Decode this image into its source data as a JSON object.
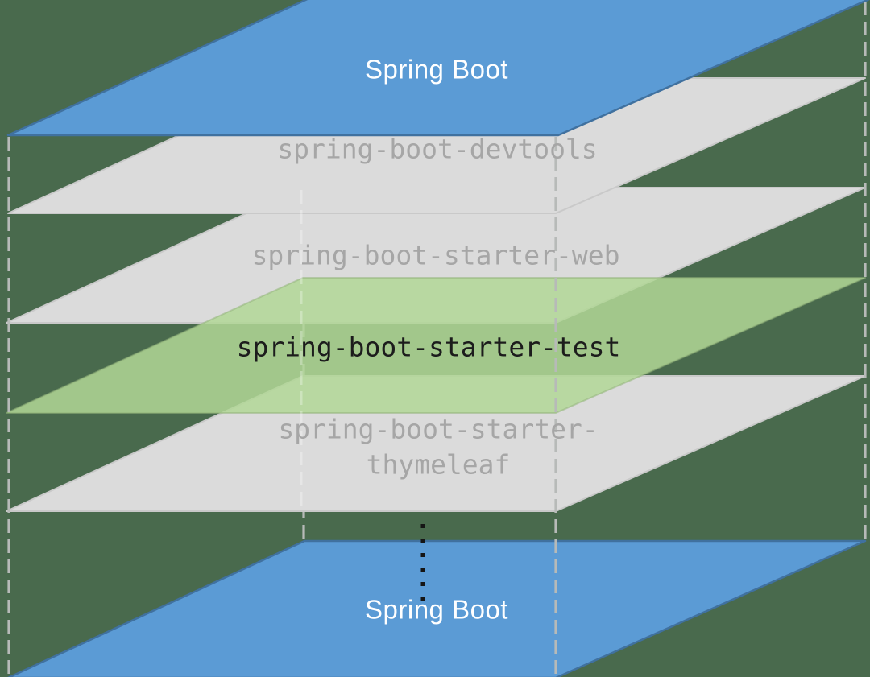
{
  "diagram": {
    "background": "#496A4D",
    "layers": [
      {
        "id": "spring-boot-top",
        "label": "Spring Boot",
        "fill": "#5B9BD5",
        "text_color": "#FFFFFF"
      },
      {
        "id": "spring-boot-devtools",
        "label": "spring-boot-devtools",
        "fill": "#DBDBDB",
        "text_color": "#A6A6A6"
      },
      {
        "id": "spring-boot-starter-web",
        "label": "spring-boot-starter-web",
        "fill": "#DBDBDB",
        "text_color": "#A6A6A6"
      },
      {
        "id": "spring-boot-starter-test",
        "label": "spring-boot-starter-test",
        "fill": "#B2D796",
        "text_color": "#1C1C1C"
      },
      {
        "id": "spring-boot-starter-thymeleaf",
        "label": "spring-boot-starter-thymeleaf",
        "label_line1": "spring-boot-starter-",
        "label_line2": "thymeleaf",
        "fill": "#DBDBDB",
        "text_color": "#A6A6A6"
      },
      {
        "id": "spring-boot-bottom",
        "label": "Spring Boot",
        "fill": "#5B9BD5",
        "text_color": "#FFFFFF"
      }
    ],
    "guides": {
      "dash_color": "#B7BAB8",
      "dots_color": "#151515",
      "ellipsis_icon": "vertical-dots"
    }
  }
}
